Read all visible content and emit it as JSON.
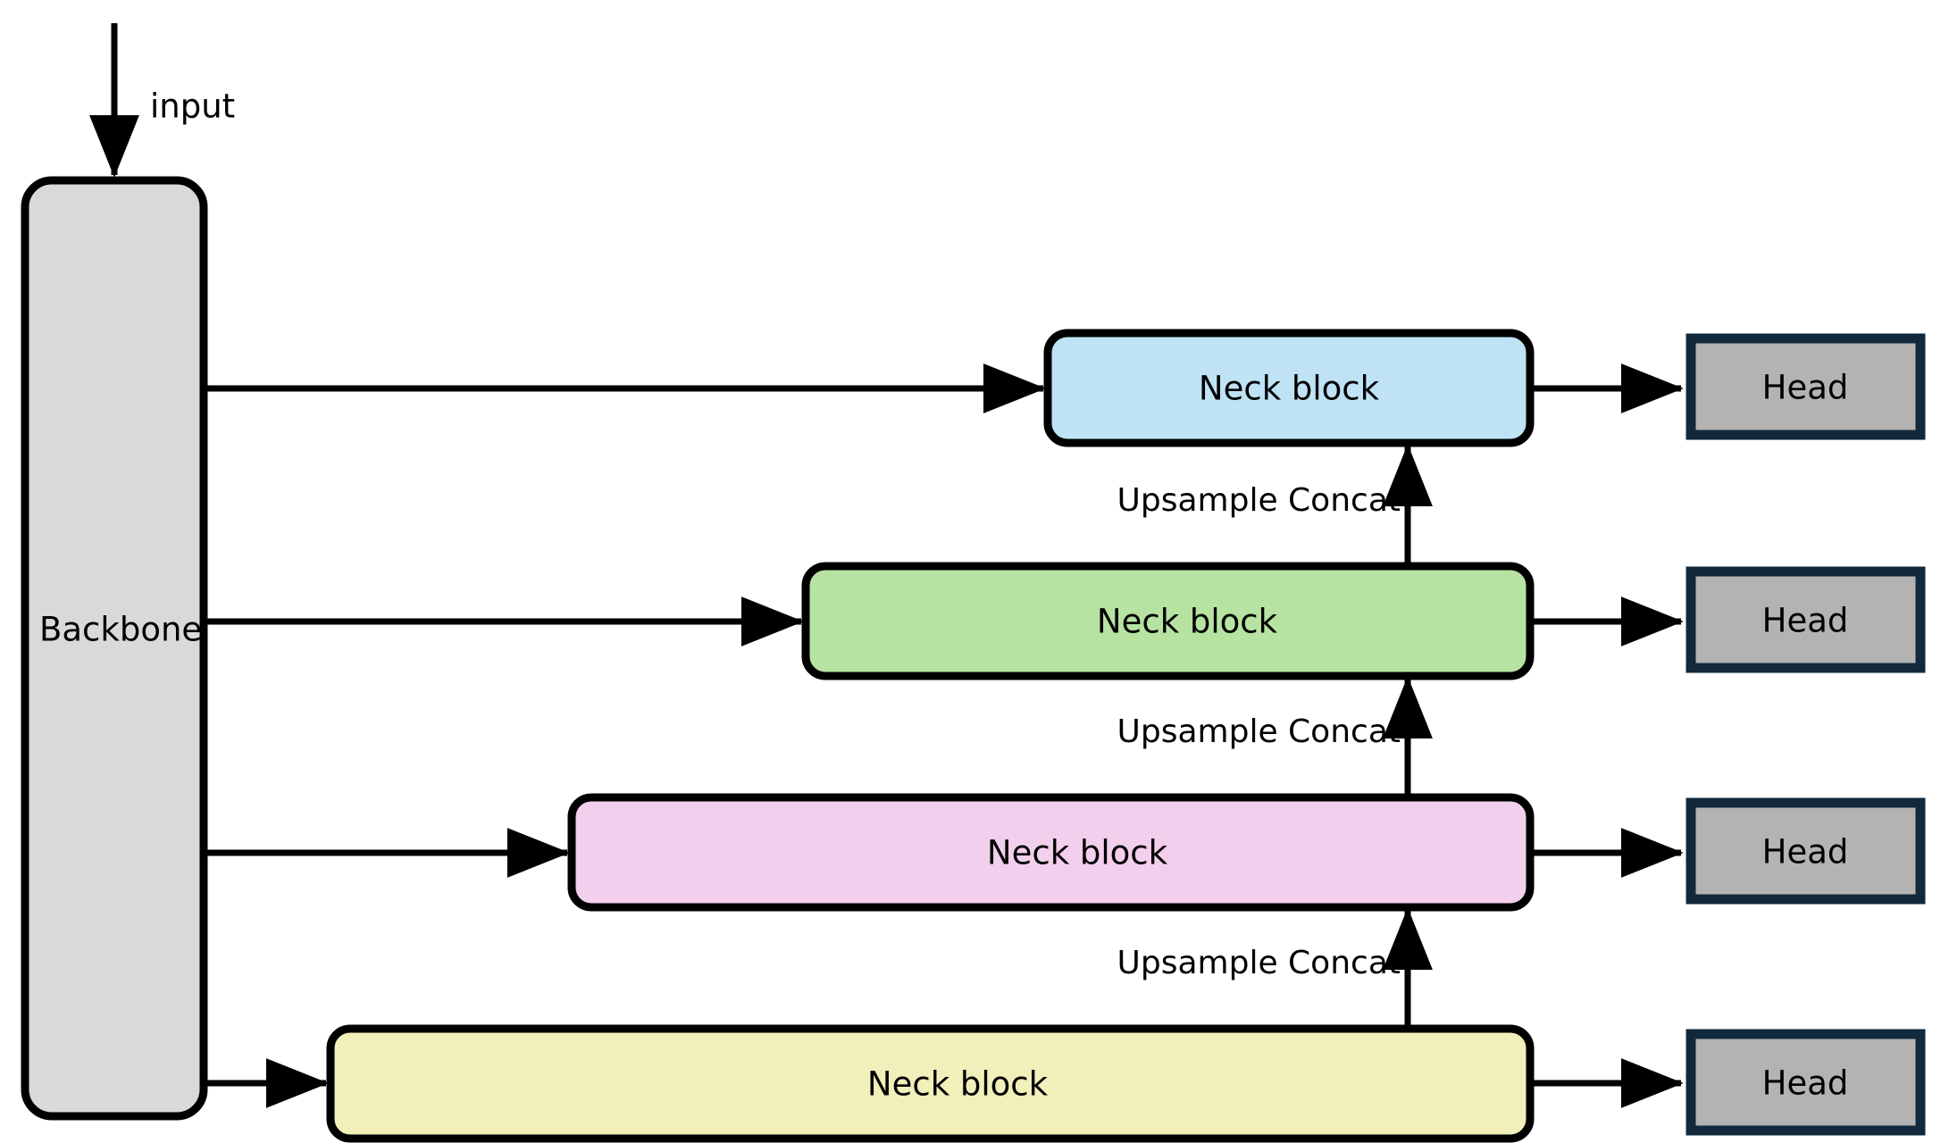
{
  "diagram": {
    "title": "Backbone-Neck-Head detection architecture",
    "input": {
      "label": "input"
    },
    "backbone": {
      "label": "Backbone",
      "fill": "#d9d9d9",
      "stroke": "#000000"
    },
    "neck_blocks": [
      {
        "label": "Neck block",
        "fill": "#bfe3f5",
        "stroke": "#000000",
        "level": 1
      },
      {
        "label": "Neck block",
        "fill": "#b6e3a1",
        "stroke": "#000000",
        "level": 2
      },
      {
        "label": "Neck block",
        "fill": "#f2cfec",
        "stroke": "#000000",
        "level": 3
      },
      {
        "label": "Neck block",
        "fill": "#f1efba",
        "stroke": "#000000",
        "level": 4
      }
    ],
    "heads": [
      {
        "label": "Head",
        "fill": "#b3b3b3",
        "stroke": "#12293b"
      },
      {
        "label": "Head",
        "fill": "#b3b3b3",
        "stroke": "#12293b"
      },
      {
        "label": "Head",
        "fill": "#b3b3b3",
        "stroke": "#12293b"
      },
      {
        "label": "Head",
        "fill": "#b3b3b3",
        "stroke": "#12293b"
      }
    ],
    "upsample_edges": [
      {
        "label": "Upsample Concat",
        "from_level": 2,
        "to_level": 1
      },
      {
        "label": "Upsample Concat",
        "from_level": 3,
        "to_level": 2
      },
      {
        "label": "Upsample Concat",
        "from_level": 4,
        "to_level": 3
      }
    ],
    "colors": {
      "background": "#ffffff",
      "line": "#000000",
      "head_border": "#12293b",
      "head_fill": "#b3b3b3",
      "backbone_fill": "#d9d9d9"
    }
  }
}
